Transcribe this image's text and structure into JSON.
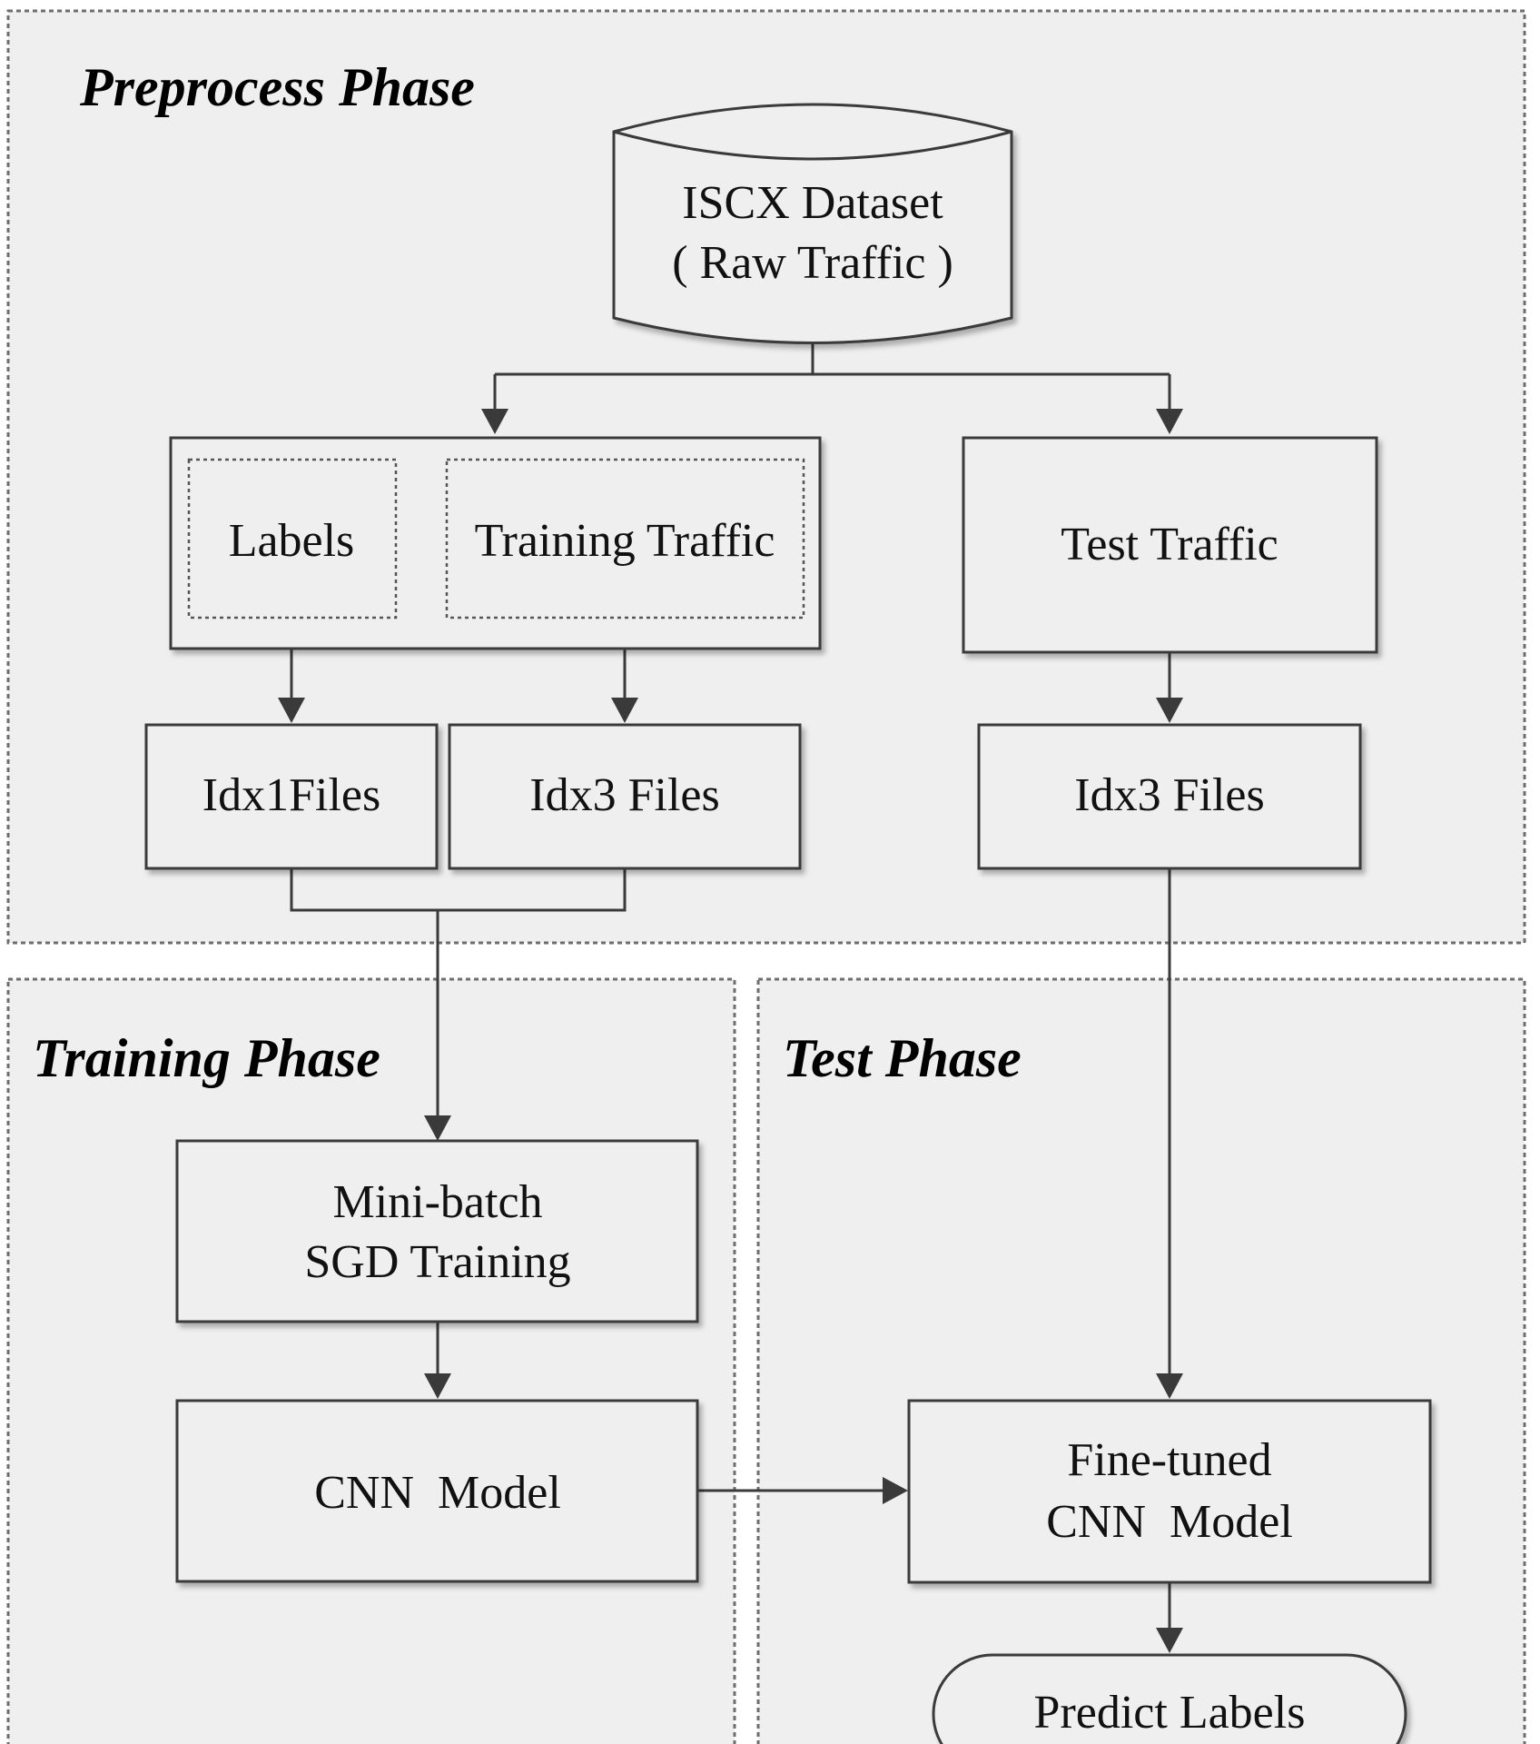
{
  "phases": {
    "preprocess": "Preprocess Phase",
    "training": "Training Phase",
    "test": "Test Phase"
  },
  "nodes": {
    "dataset_line1": "ISCX Dataset",
    "dataset_line2": "( Raw Traffic )",
    "labels": "Labels",
    "training_traffic": "Training Traffic",
    "test_traffic": "Test Traffic",
    "idx1_files": "Idx1Files",
    "idx3_files_train": "Idx3 Files",
    "idx3_files_test": "Idx3 Files",
    "sgd_line1": "Mini-batch",
    "sgd_line2": "SGD Training",
    "cnn_model": "CNN  Model",
    "finetuned_line1": "Fine-tuned",
    "finetuned_line2": "CNN  Model",
    "predict_labels": "Predict Labels"
  }
}
